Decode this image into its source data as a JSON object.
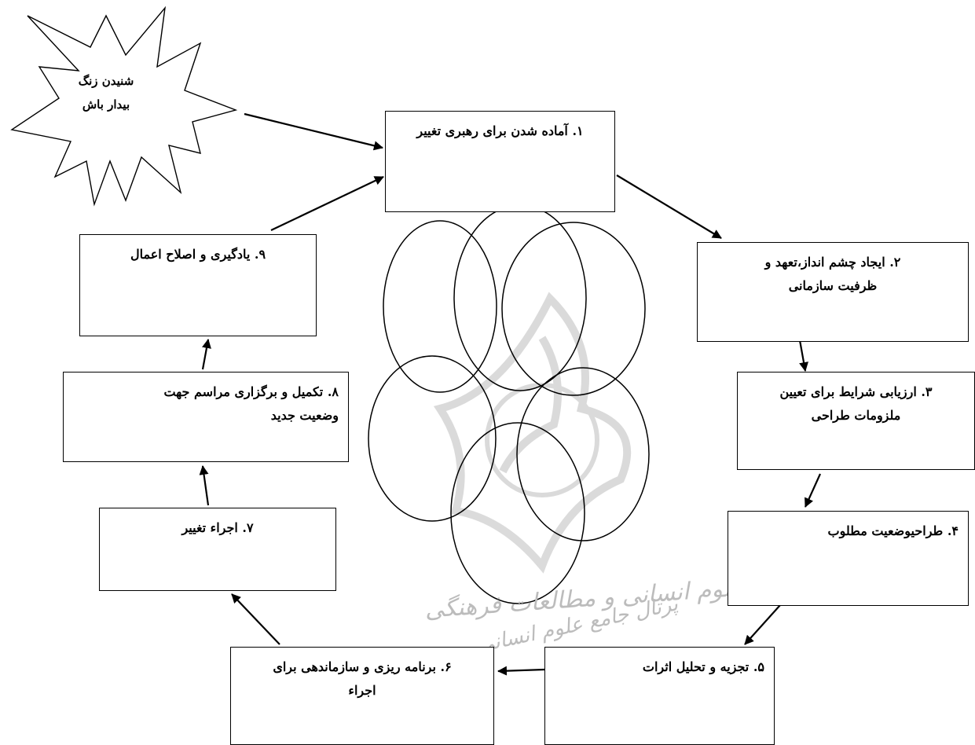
{
  "trigger": {
    "line1": "شنیدن زنگ",
    "line2": "بیدار باش"
  },
  "steps": [
    {
      "line1": "۱. آماده شدن برای رهبری تغییر",
      "line2": ""
    },
    {
      "line1": "۲. ایجاد چشم انداز،تعهد و",
      "line2": "ظرفیت سازمانی"
    },
    {
      "line1": "۳. ارزیابی شرایط برای تعیین",
      "line2": "ملزومات طراحی"
    },
    {
      "line1": "۴. طراحیوضعیت مطلوب",
      "line2": ""
    },
    {
      "line1": "۵. تجزیه و تحلیل اثرات",
      "line2": ""
    },
    {
      "line1": "۶. برنامه ریزی و سازماندهی برای",
      "line2": "اجراء"
    },
    {
      "line1": "۷. اجراء تغییر",
      "line2": ""
    },
    {
      "line1": "۸. تکمیل و برگزاری مراسم جهت",
      "line2": "وضعیت جدید"
    },
    {
      "line1": "۹. یادگیری و اصلاح اعمال",
      "line2": ""
    }
  ],
  "watermark": {
    "line1": "پژوهشگاه علوم انسانی و مطالعات فرهنگی",
    "line2": "پرتال جامع علوم انسانی"
  },
  "colors": {
    "stroke": "#000000",
    "background": "#ffffff",
    "watermark": "#bcbcbc"
  }
}
